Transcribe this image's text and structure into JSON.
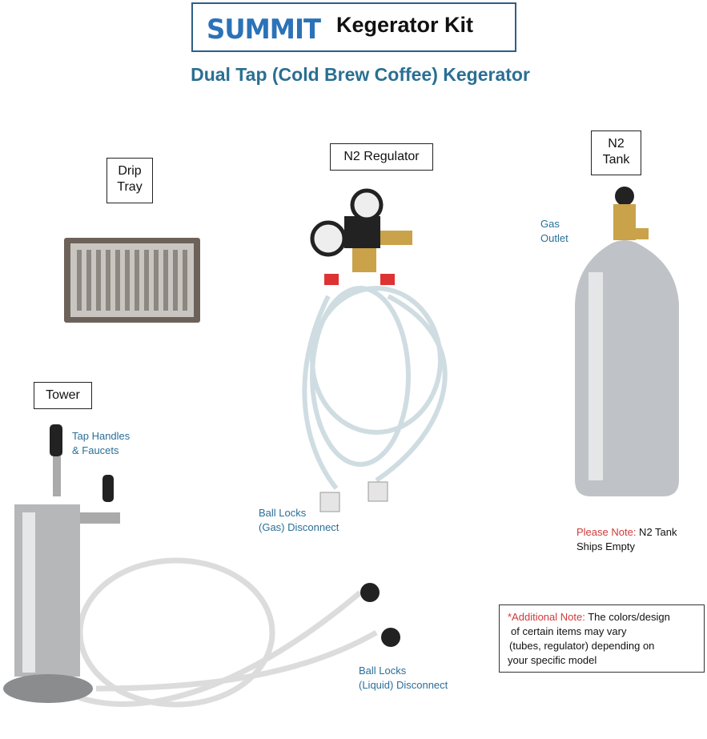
{
  "header": {
    "logo_text": "SUMMIT",
    "title": "Kegerator Kit"
  },
  "subtitle": "Dual Tap (Cold Brew Coffee) Kegerator",
  "labels": {
    "drip_tray": [
      "Drip",
      "Tray"
    ],
    "regulator": "N2 Regulator",
    "tank": [
      "N2",
      "Tank"
    ],
    "tower": "Tower"
  },
  "callouts": {
    "gas_outlet": [
      "Gas",
      "Outlet"
    ],
    "tap_handles": [
      "Tap Handles",
      "& Faucets"
    ],
    "ball_locks_gas": [
      "Ball Locks",
      "(Gas) Disconnect"
    ],
    "ball_locks_liquid": [
      "Ball Locks",
      "(Liquid) Disconnect"
    ]
  },
  "notes": {
    "please_note_label": "Please Note:",
    "please_note_text1": " N2 Tank",
    "please_note_text2": "Ships Empty",
    "additional_label": "*Additional Note:",
    "additional_text1": " The colors/design",
    "additional_text2": "of certain items may vary",
    "additional_text3": "(tubes, regulator) depending on",
    "additional_text4": "your specific model"
  },
  "colors": {
    "brand_blue": "#2b72b8",
    "title_teal": "#2a6f93",
    "note_red": "#d03a3a"
  }
}
